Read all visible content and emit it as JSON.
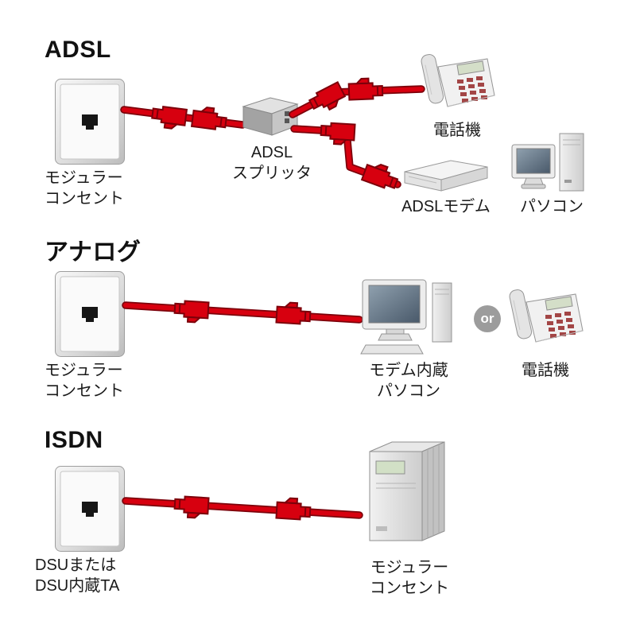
{
  "diagram": {
    "adsl": {
      "title": "ADSL",
      "jack_label_line1": "モジュラー",
      "jack_label_line2": "コンセント",
      "splitter_label_line1": "ADSL",
      "splitter_label_line2": "スプリッタ",
      "phone_label": "電話機",
      "modem_label": "ADSLモデム",
      "pc_label": "パソコン"
    },
    "analog": {
      "title": "アナログ",
      "jack_label_line1": "モジュラー",
      "jack_label_line2": "コンセント",
      "pc_label_line1": "モデム内蔵",
      "pc_label_line2": "パソコン",
      "or_label": "or",
      "phone_label": "電話機"
    },
    "isdn": {
      "title": "ISDN",
      "jack_label_line1": "DSUまたは",
      "jack_label_line2": "DSU内蔵TA",
      "device_label_line1": "モジュラー",
      "device_label_line2": "コンセント"
    },
    "colors": {
      "cable_red": "#d7000f",
      "cable_outline": "#7c000a",
      "or_badge_gray": "#9c9c9c"
    }
  }
}
